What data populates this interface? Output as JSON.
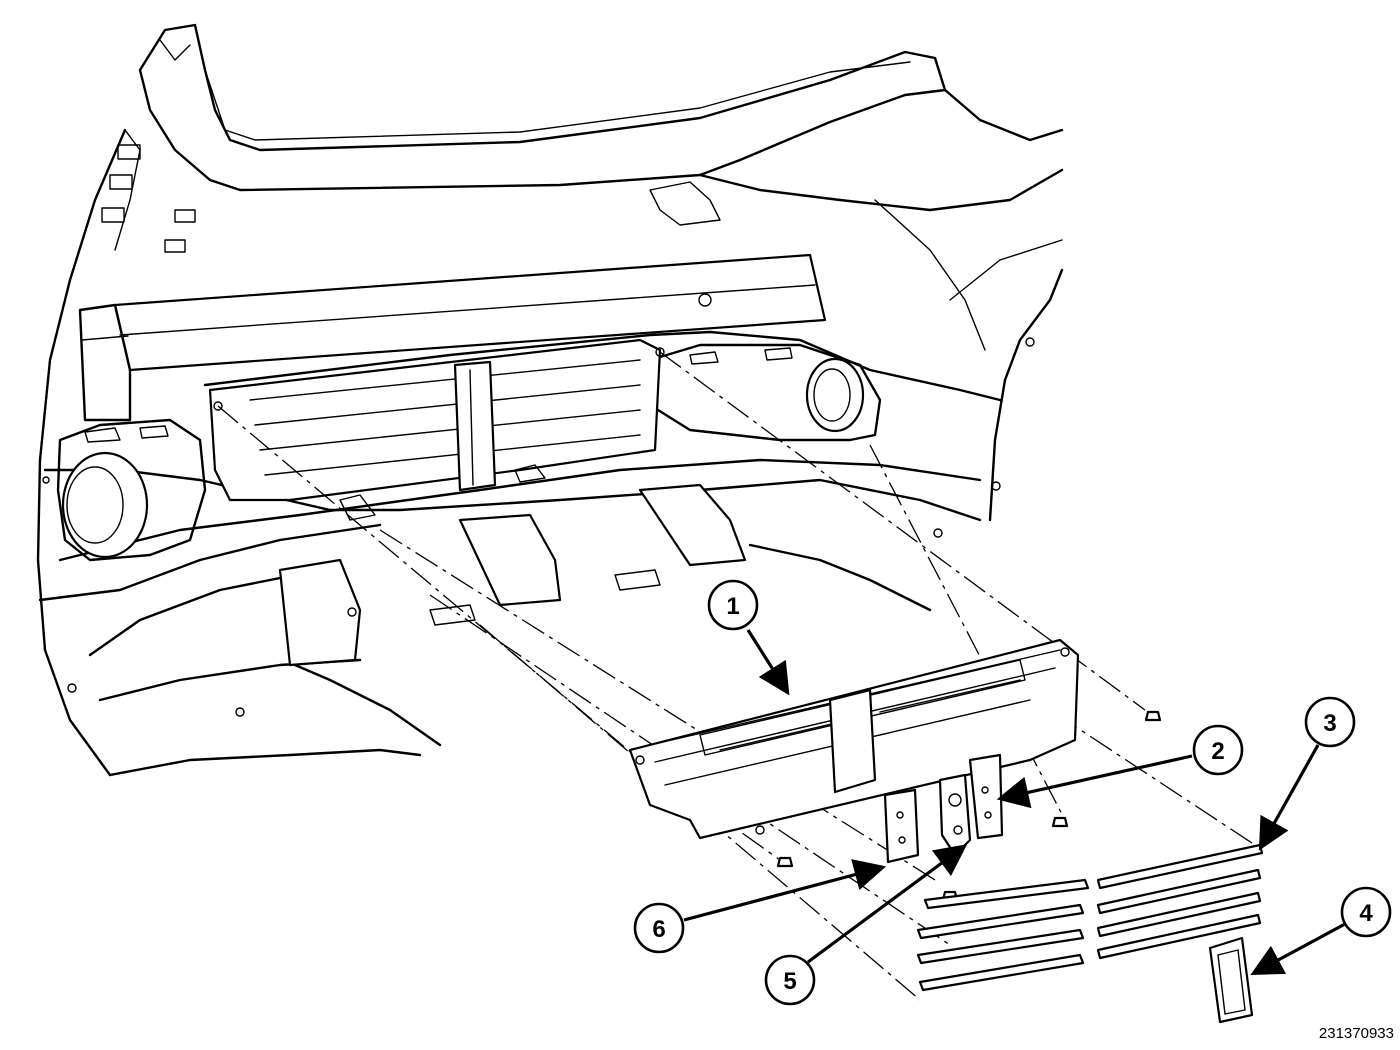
{
  "diagram": {
    "figure_number": "231370933",
    "callouts": [
      {
        "id": 1,
        "label": "1"
      },
      {
        "id": 2,
        "label": "2"
      },
      {
        "id": 3,
        "label": "3"
      },
      {
        "id": 4,
        "label": "4"
      },
      {
        "id": 5,
        "label": "5"
      },
      {
        "id": 6,
        "label": "6"
      }
    ]
  }
}
